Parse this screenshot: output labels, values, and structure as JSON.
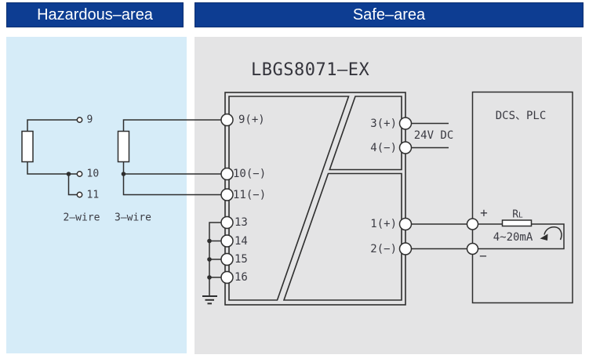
{
  "headers": {
    "hazardous": {
      "label": "Hazardous–area"
    },
    "safe": {
      "label": "Safe–area"
    }
  },
  "device": {
    "title": "LBGS8071—EX",
    "left_terminals": [
      "9(+)",
      "10(−)",
      "11(−)",
      "13",
      "14",
      "15",
      "16"
    ],
    "right_terminals": [
      "3(+)",
      "4(−)",
      "1(+)",
      "2(−)"
    ],
    "power_supply_label": "24V DC"
  },
  "sensors": {
    "two_wire": {
      "caption": "2–wire",
      "terminal_numbers": [
        "9",
        "10",
        "11"
      ]
    },
    "three_wire": {
      "caption": "3–wire"
    }
  },
  "output": {
    "receiver_label": "DCS、PLC",
    "plus_label": "+",
    "minus_label": "−",
    "load_resistor_label": {
      "main": "R",
      "sub": "L"
    },
    "current_range_label": "4~20mA"
  },
  "colors": {
    "header_bg": "#0d3d92",
    "hazardous_panel_bg": "#d6ecf8",
    "safe_panel_bg": "#e4e4e5",
    "line": "#2e2e2e",
    "text": "#3a3a42",
    "header_text": "#ffffff"
  }
}
